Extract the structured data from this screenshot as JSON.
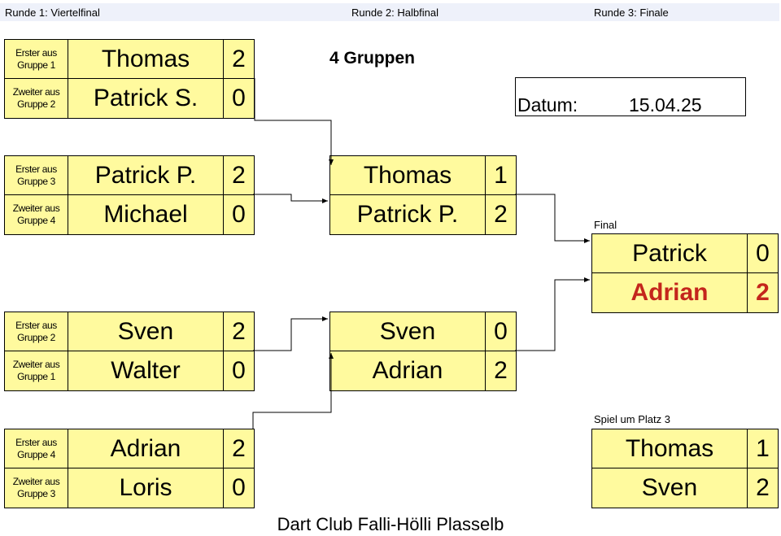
{
  "header": {
    "round1": "Runde 1:  Viertelfinal",
    "round2": "Runde 2:  Halbfinal",
    "round3": "Runde 3: Finale"
  },
  "title": "4 Gruppen",
  "date": {
    "label": "Datum:",
    "value": "15.04.25"
  },
  "quarterfinals": [
    {
      "top": {
        "label": "Erster aus\nGruppe 1",
        "name": "Thomas",
        "score": "2"
      },
      "bottom": {
        "label": "Zweiter aus\nGruppe 2",
        "name": "Patrick S.",
        "score": "0"
      }
    },
    {
      "top": {
        "label": "Erster aus\nGruppe 3",
        "name": "Patrick P.",
        "score": "2"
      },
      "bottom": {
        "label": "Zweiter aus\nGruppe 4",
        "name": "Michael",
        "score": "0"
      }
    },
    {
      "top": {
        "label": "Erster aus\nGruppe 2",
        "name": "Sven",
        "score": "2"
      },
      "bottom": {
        "label": "Zweiter aus\nGruppe 1",
        "name": "Walter",
        "score": "0"
      }
    },
    {
      "top": {
        "label": "Erster aus\nGruppe 4",
        "name": "Adrian",
        "score": "2"
      },
      "bottom": {
        "label": "Zweiter aus\nGruppe 3",
        "name": "Loris",
        "score": "0"
      }
    }
  ],
  "semifinals": [
    {
      "top": {
        "name": "Thomas",
        "score": "1"
      },
      "bottom": {
        "name": "Patrick P.",
        "score": "2"
      }
    },
    {
      "top": {
        "name": "Sven",
        "score": "0"
      },
      "bottom": {
        "name": "Adrian",
        "score": "2"
      }
    }
  ],
  "final": {
    "label": "Final",
    "top": {
      "name": "Patrick",
      "score": "0"
    },
    "bottom": {
      "name": "Adrian",
      "score": "2"
    },
    "winner_color": "#c4261c"
  },
  "third_place": {
    "label": "Spiel um Platz 3",
    "top": {
      "name": "Thomas",
      "score": "1"
    },
    "bottom": {
      "name": "Sven",
      "score": "2"
    }
  },
  "footer": "Dart Club Falli-Hölli Plasselb",
  "colors": {
    "cell_fill": "#fffa9e",
    "header_fill": "#eef1fa"
  }
}
